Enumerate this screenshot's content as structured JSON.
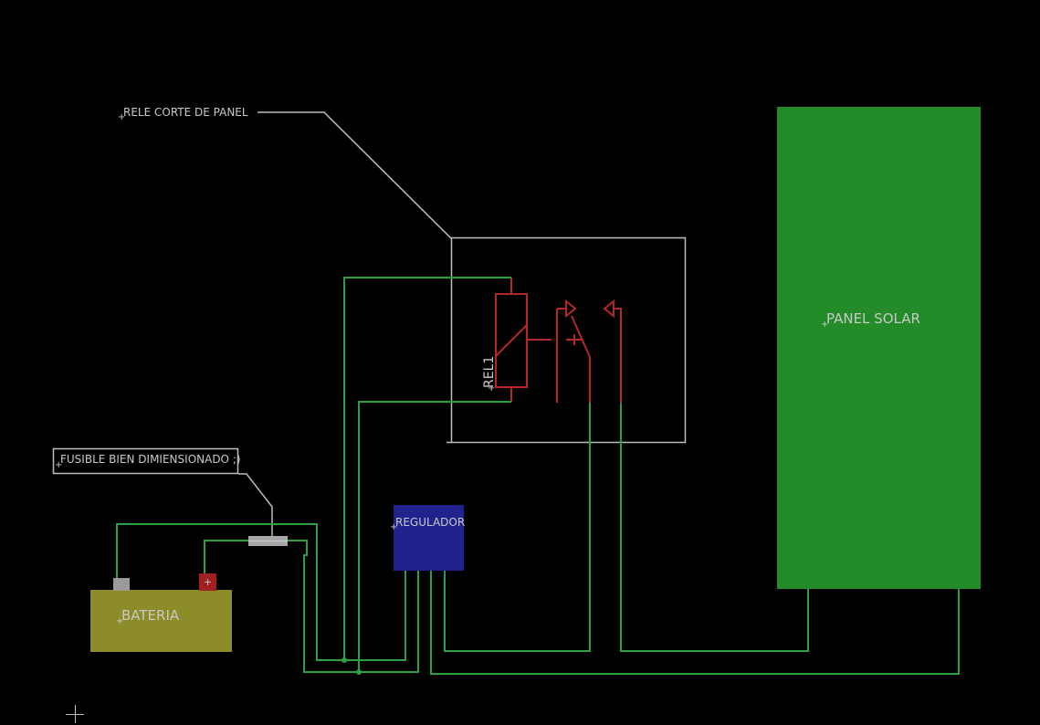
{
  "labels": {
    "relay_note": "RELE CORTE DE PANEL",
    "fuse_note": "FUSIBLE BIEN DIMIENSIONADO ;)",
    "panel": "PANEL SOLAR",
    "regulator": "REGULADOR",
    "battery": "BATERIA",
    "relay_ref": "REL1",
    "battery_plus": "+"
  },
  "colors": {
    "background": "#000000",
    "wire": "#2ea043",
    "outline": "#bdbdbd",
    "relay": "#b42828",
    "panel": "#238c28",
    "regulator": "#22228f",
    "battery": "#8c8c28",
    "battery_negative": "#9a9a9a",
    "battery_positive": "#a02020"
  }
}
